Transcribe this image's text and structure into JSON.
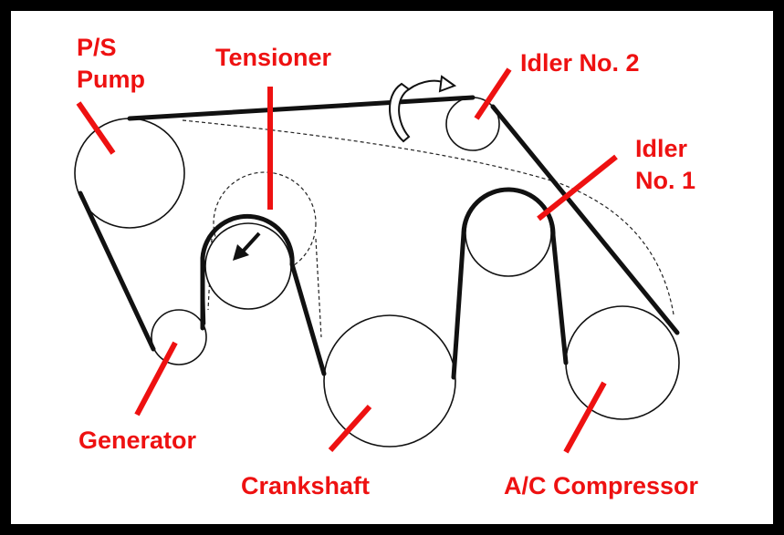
{
  "labels": {
    "ps_pump_line1": "P/S",
    "ps_pump_line2": "Pump",
    "tensioner": "Tensioner",
    "idler2": "Idler No. 2",
    "idler1_line1": "Idler",
    "idler1_line2": "No. 1",
    "generator": "Generator",
    "crankshaft": "Crankshaft",
    "ac_compressor": "A/C Compressor"
  },
  "icons": {
    "rotation_arrow": "curved-rotation-arrow-icon",
    "tension_arrow": "tension-direction-arrow-icon"
  },
  "colors": {
    "label_red": "#ee1111",
    "line_black": "#111111",
    "frame_black": "#000000",
    "background": "#ffffff"
  }
}
